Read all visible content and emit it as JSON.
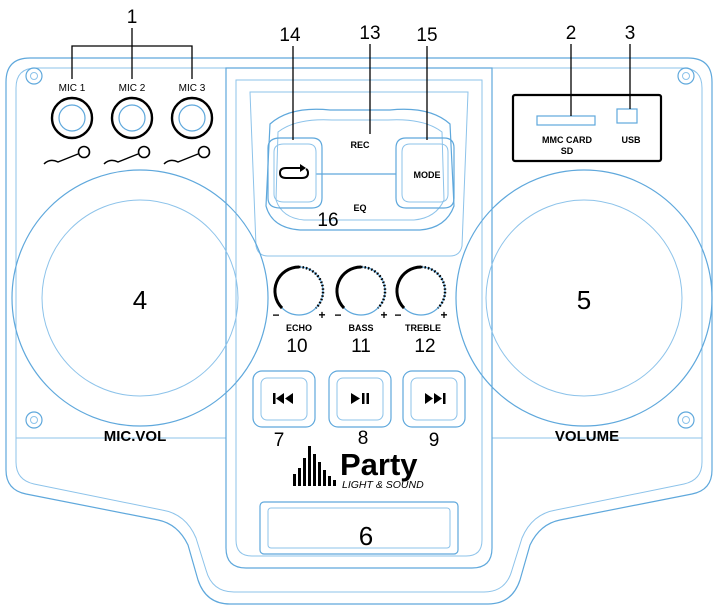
{
  "callouts": {
    "mic_inputs": "1",
    "card_slot": "2",
    "usb_port": "3",
    "mic_vol_knob": "4",
    "volume_knob": "5",
    "display": "6",
    "prev": "7",
    "play_pause": "8",
    "next": "9",
    "echo": "10",
    "bass": "11",
    "treble": "12",
    "rec": "13",
    "repeat": "14",
    "mode": "15",
    "eq": "16"
  },
  "labels": {
    "mic1": "MIC 1",
    "mic2": "MIC 2",
    "mic3": "MIC 3",
    "mmc_card": "MMC CARD",
    "sd": "SD",
    "usb": "USB",
    "rec": "REC",
    "mode": "MODE",
    "eq": "EQ",
    "echo": "ECHO",
    "bass": "BASS",
    "treble": "TREBLE",
    "minus": "−",
    "plus": "+",
    "mic_vol": "MIC.VOL",
    "volume": "VOLUME"
  },
  "logo": {
    "word": "Party",
    "tagline": "LIGHT & SOUND"
  },
  "icons": {
    "repeat": "repeat-icon",
    "prev": "skip-back-icon",
    "play": "play-pause-icon",
    "next": "skip-forward-icon",
    "mic": "microphone-icon"
  },
  "colors": {
    "outline": "#5fa8dc",
    "ink": "#000000"
  }
}
